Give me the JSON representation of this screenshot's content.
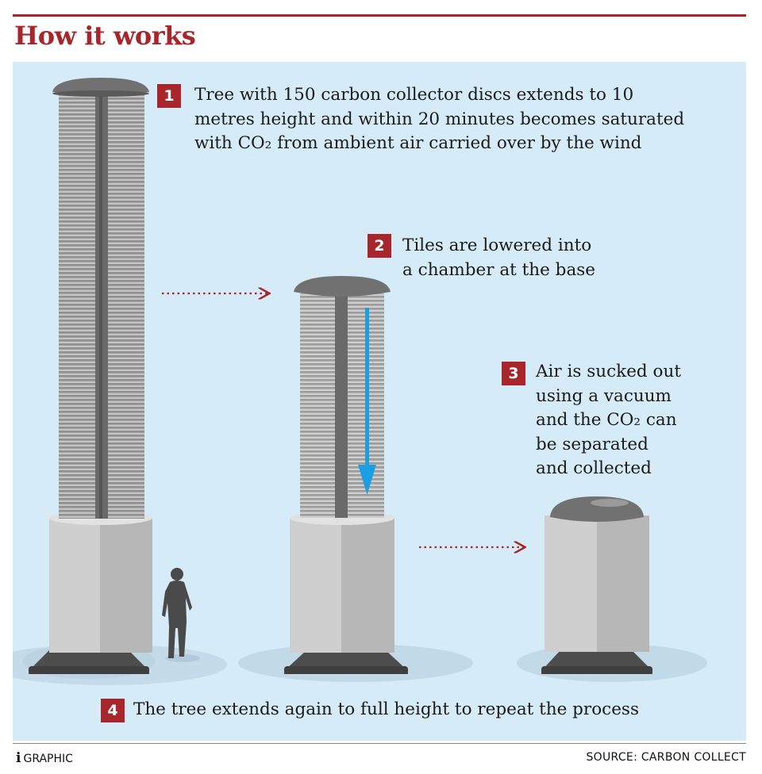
{
  "title": "How it works",
  "steps": [
    {
      "number": "1",
      "text": "Tree with 150 carbon collector discs extends to 10\nmetres height and within 20 minutes becomes  saturated\nwith CO₂ from ambient air carried over by the wind"
    },
    {
      "number": "2",
      "text": "Tiles are lowered into\na chamber at the base"
    },
    {
      "number": "3",
      "text": "Air is sucked out\nusing a vacuum\nand the CO₂ can\nbe separated\nand collected"
    },
    {
      "number": "4",
      "text": "The tree extends again to full height to repeat the process"
    }
  ],
  "footer": {
    "brand_mark": "i",
    "brand_text": "GRAPHIC",
    "source": "SOURCE: CARBON COLLECT"
  },
  "colors": {
    "accent": "#a8262b",
    "panel": "#d5ebf7",
    "arrow_blue": "#1c9fe2",
    "cap_grey": "#6f6f6f"
  }
}
